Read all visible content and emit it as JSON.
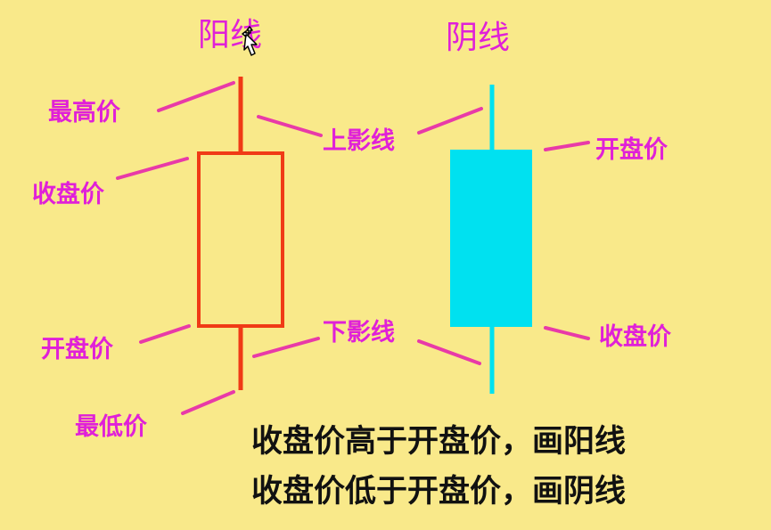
{
  "titles": {
    "yang": "阳线",
    "yin": "阴线"
  },
  "labels": {
    "highest_price": "最高价",
    "close_price_left": "收盘价",
    "open_price_left": "开盘价",
    "lowest_price": "最低价",
    "upper_shadow": "上影线",
    "lower_shadow": "下影线",
    "open_price_right": "开盘价",
    "close_price_right": "收盘价"
  },
  "notes": {
    "line1": "收盘价高于开盘价，画阳线",
    "line2": "收盘价低于开盘价，画阴线"
  },
  "colors": {
    "background": "#f9e98a",
    "label": "#e020d8",
    "yang_candle": "#f03a16",
    "yin_candle": "#00e1f0",
    "pointer": "#e83aa8",
    "note_text": "#111111"
  },
  "icons": {
    "cursor": "mouse-pointer-move-icon"
  }
}
